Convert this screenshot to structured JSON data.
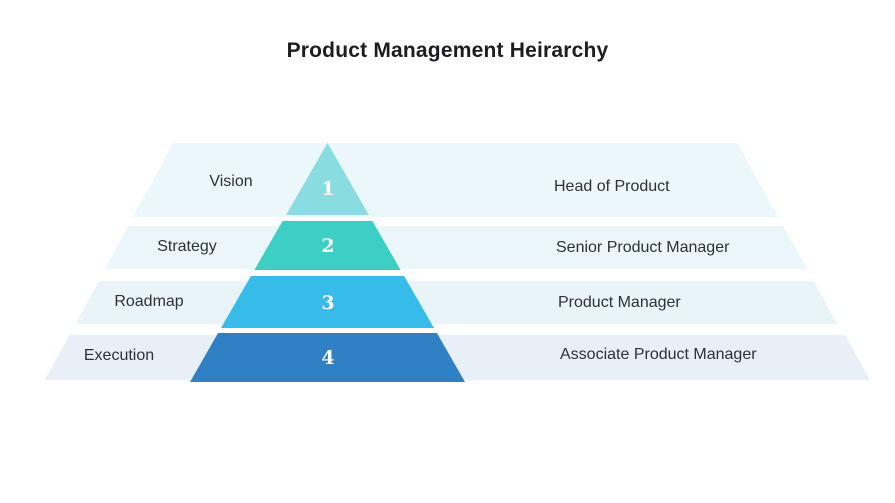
{
  "title": "Product Management Heirarchy",
  "diagram": {
    "type": "pyramid-hierarchy",
    "levels": [
      {
        "number": "1",
        "label": "Vision",
        "role": "Head of Product",
        "segment_color": "#89DDE1",
        "band_color": "#ECF7FB"
      },
      {
        "number": "2",
        "label": "Strategy",
        "role": "Senior Product Manager",
        "segment_color": "#3DCEC4",
        "band_color": "#EAF6FA"
      },
      {
        "number": "3",
        "label": "Roadmap",
        "role": "Product Manager",
        "segment_color": "#37BCE9",
        "band_color": "#E9F4F9"
      },
      {
        "number": "4",
        "label": "Execution",
        "role": "Associate Product Manager",
        "segment_color": "#2F80C5",
        "band_color": "#E8EFF7"
      }
    ],
    "colors": {
      "number_text": "#FFFFFF",
      "label_text": "#2E3137",
      "title_text": "#1B1D21",
      "background": "#FFFFFF"
    }
  }
}
